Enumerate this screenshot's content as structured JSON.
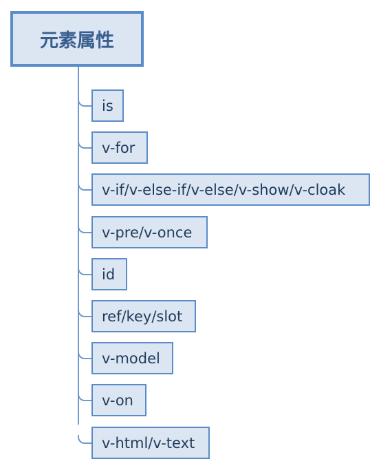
{
  "root": {
    "label": "元素属性"
  },
  "children": [
    {
      "label": "is"
    },
    {
      "label": "v-for"
    },
    {
      "label": "v-if/v-else-if/v-else/v-show/v-cloak"
    },
    {
      "label": "v-pre/v-once"
    },
    {
      "label": "id"
    },
    {
      "label": "ref/key/slot"
    },
    {
      "label": "v-model"
    },
    {
      "label": "v-on"
    },
    {
      "label": "v-html/v-text"
    }
  ],
  "colors": {
    "node_fill": "#dce6f2",
    "node_border": "#5b8cc8",
    "connector": "#6f98cc",
    "root_text": "#3a5f8f",
    "child_text": "#1f3b5c"
  }
}
